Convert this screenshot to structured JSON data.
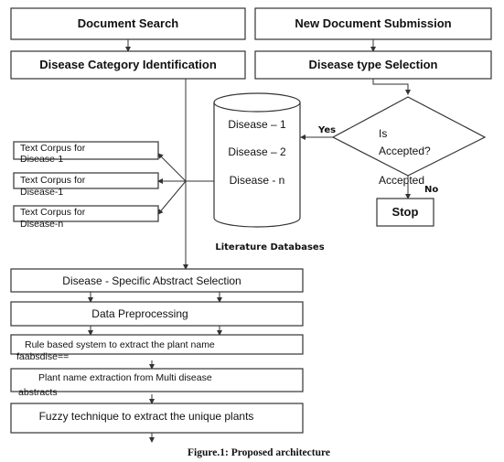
{
  "nodes": {
    "document_search": "Document Search",
    "new_document_submission": "New Document Submission",
    "disease_category_identification": "Disease Category Identification",
    "disease_type_selection": "Disease type Selection",
    "corpus_1_line1": "Text Corpus for",
    "corpus_1_line2": "Disease-1",
    "corpus_2_line1": "Text Corpus for",
    "corpus_2_line2": "Disease-1",
    "corpus_n_line1": "Text Corpus for",
    "corpus_n_line2": "Disease-n",
    "db_item_1": "Disease – 1",
    "db_item_2": "Disease – 2",
    "db_item_n": "Disease - n",
    "decision_line1": "Is",
    "decision_line2": "Accepted?",
    "stop": "Stop",
    "abstract_selection": "Disease - Specific Abstract Selection",
    "data_preprocessing": "Data Preprocessing",
    "rule_based_line1": "Rule based system to extract the plant name",
    "rule_based_line2": "faabsdise==",
    "plant_extraction_line1": "Plant name extraction from Multi disease",
    "plant_extraction_line2": "abstracts",
    "fuzzy_technique": "Fuzzy technique to extract the unique plants"
  },
  "labels": {
    "yes": "Yes",
    "accepted": "Accepted",
    "no": "No",
    "literature_databases": "Literature Databases"
  },
  "caption": "Figure.1: Proposed architecture"
}
